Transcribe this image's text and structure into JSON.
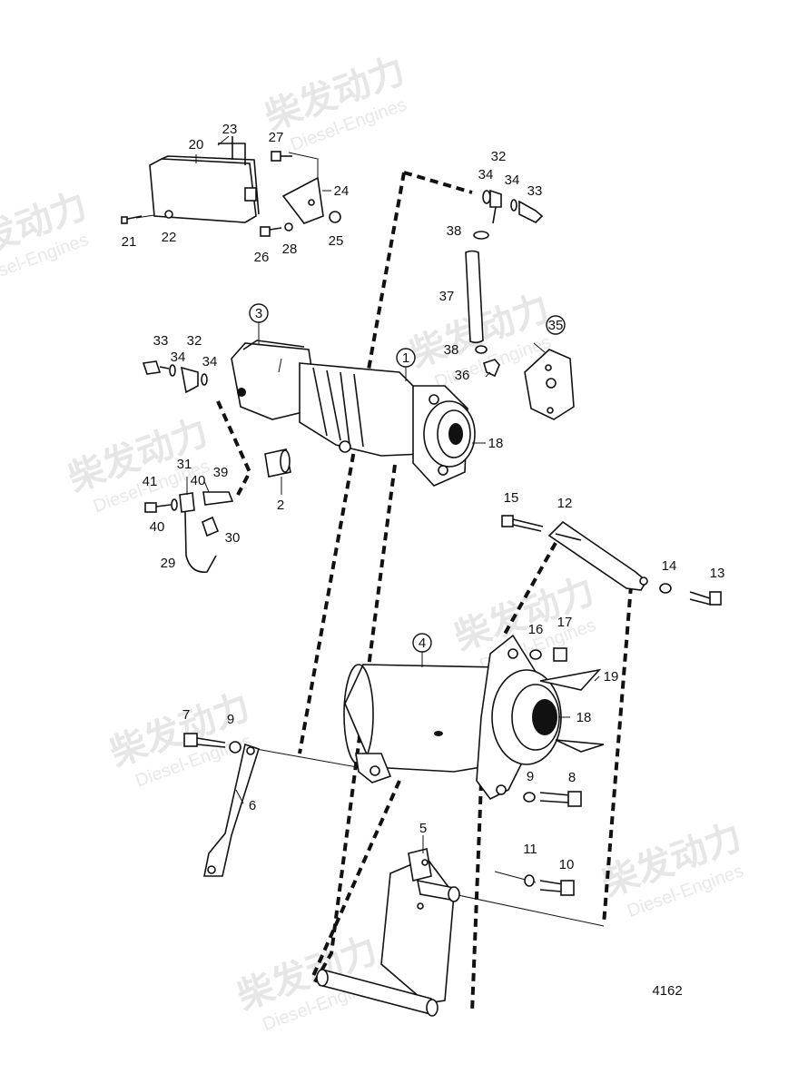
{
  "watermark": {
    "brand": "柴发动力",
    "sub": "Diesel-Engines"
  },
  "drawing_number": "4162",
  "callouts": [
    {
      "id": "c1",
      "text": "1",
      "circled": true
    },
    {
      "id": "c2",
      "text": "2"
    },
    {
      "id": "c3",
      "text": "3",
      "circled": true
    },
    {
      "id": "c4",
      "text": "4",
      "circled": true
    },
    {
      "id": "c5",
      "text": "5"
    },
    {
      "id": "c6",
      "text": "6"
    },
    {
      "id": "c7",
      "text": "7"
    },
    {
      "id": "c8",
      "text": "8"
    },
    {
      "id": "c9a",
      "text": "9"
    },
    {
      "id": "c9b",
      "text": "9"
    },
    {
      "id": "c10",
      "text": "10"
    },
    {
      "id": "c11",
      "text": "11"
    },
    {
      "id": "c12",
      "text": "12"
    },
    {
      "id": "c13",
      "text": "13"
    },
    {
      "id": "c14",
      "text": "14"
    },
    {
      "id": "c15",
      "text": "15"
    },
    {
      "id": "c16",
      "text": "16"
    },
    {
      "id": "c17",
      "text": "17"
    },
    {
      "id": "c18a",
      "text": "18"
    },
    {
      "id": "c18b",
      "text": "18"
    },
    {
      "id": "c19",
      "text": "19"
    },
    {
      "id": "c20",
      "text": "20"
    },
    {
      "id": "c21",
      "text": "21"
    },
    {
      "id": "c22",
      "text": "22"
    },
    {
      "id": "c23",
      "text": "23"
    },
    {
      "id": "c24",
      "text": "24"
    },
    {
      "id": "c25",
      "text": "25"
    },
    {
      "id": "c26",
      "text": "26"
    },
    {
      "id": "c27",
      "text": "27"
    },
    {
      "id": "c28",
      "text": "28"
    },
    {
      "id": "c29",
      "text": "29"
    },
    {
      "id": "c30",
      "text": "30"
    },
    {
      "id": "c31",
      "text": "31"
    },
    {
      "id": "c32a",
      "text": "32"
    },
    {
      "id": "c32b",
      "text": "32"
    },
    {
      "id": "c33a",
      "text": "33"
    },
    {
      "id": "c33b",
      "text": "33"
    },
    {
      "id": "c34a",
      "text": "34"
    },
    {
      "id": "c34b",
      "text": "34"
    },
    {
      "id": "c34c",
      "text": "34"
    },
    {
      "id": "c34d",
      "text": "34"
    },
    {
      "id": "c35",
      "text": "35",
      "circled": true
    },
    {
      "id": "c36",
      "text": "36"
    },
    {
      "id": "c37",
      "text": "37"
    },
    {
      "id": "c38a",
      "text": "38"
    },
    {
      "id": "c38b",
      "text": "38"
    },
    {
      "id": "c39",
      "text": "39"
    },
    {
      "id": "c40a",
      "text": "40"
    },
    {
      "id": "c40b",
      "text": "40"
    },
    {
      "id": "c41",
      "text": "41"
    }
  ]
}
